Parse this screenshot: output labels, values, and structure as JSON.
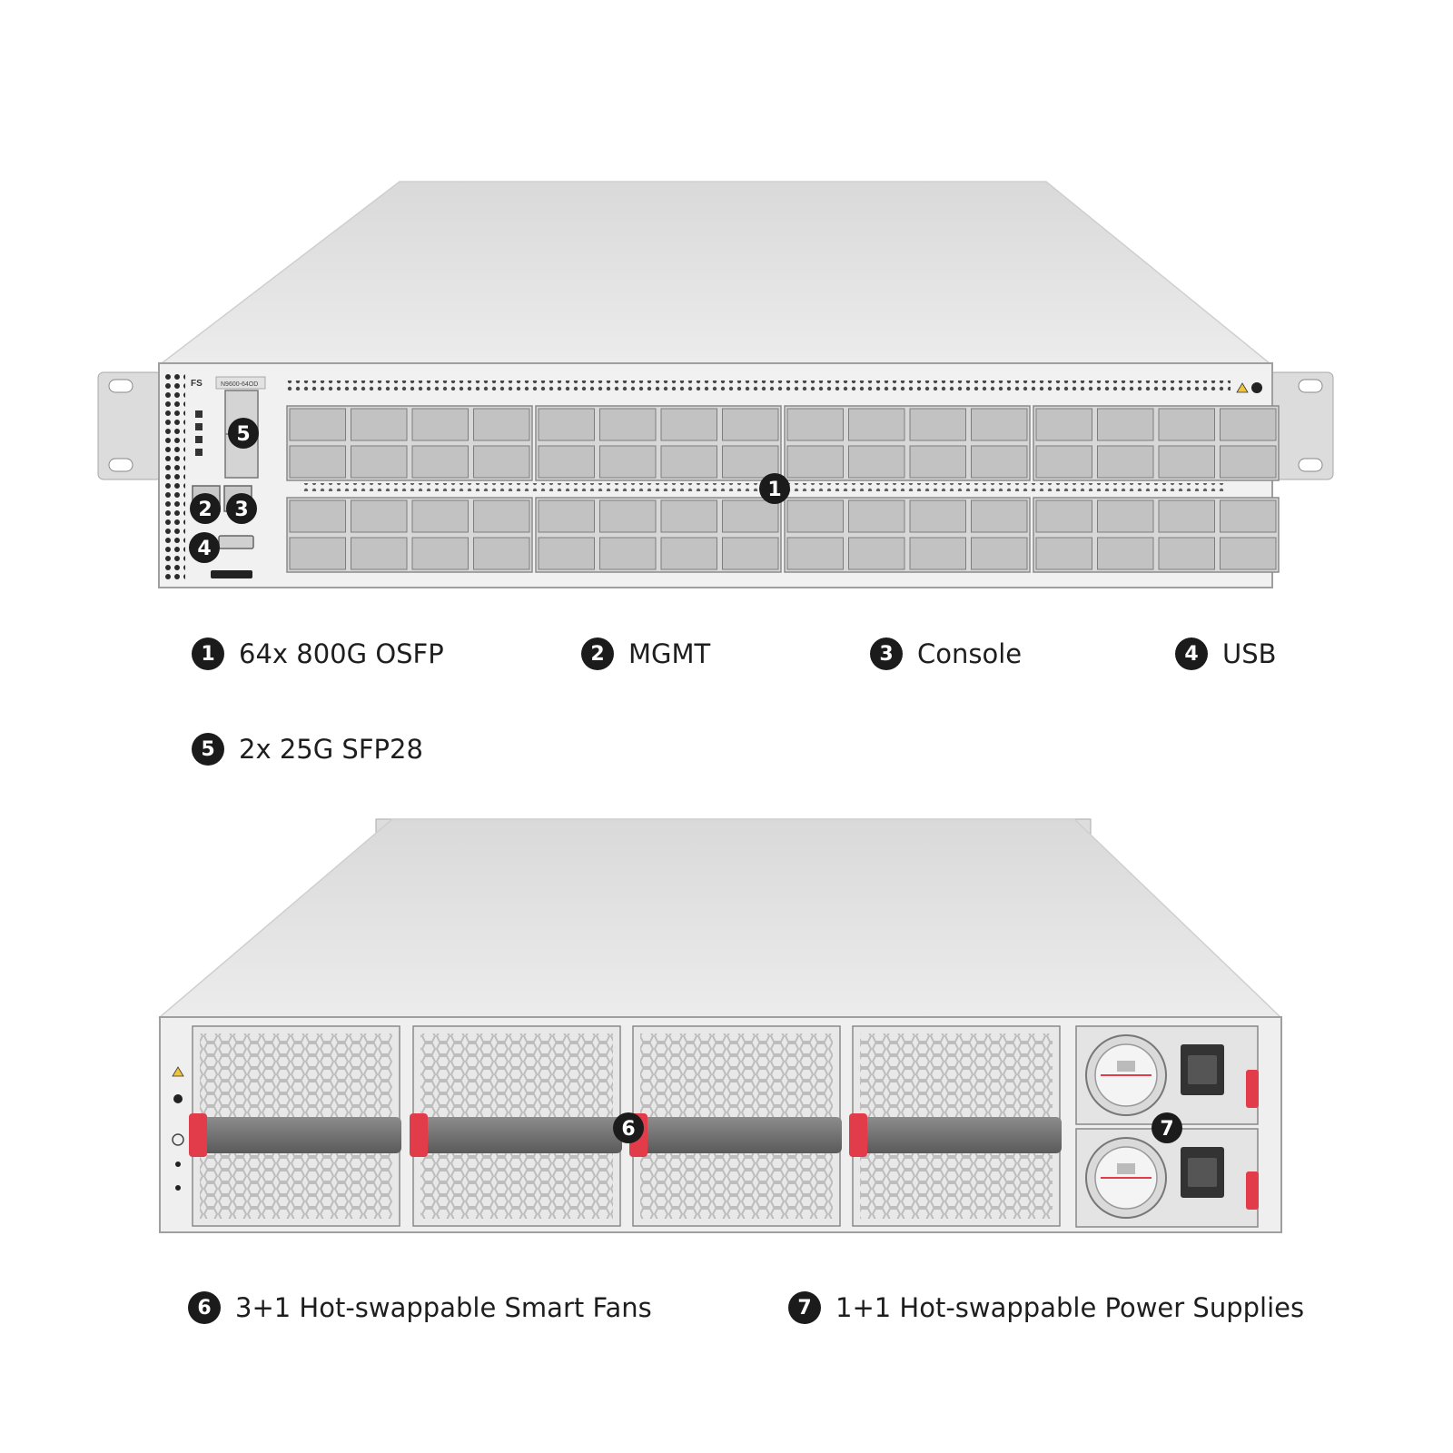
{
  "front_panel": {
    "brand": "FS",
    "model": "N9600-64OD",
    "callouts": [
      "1",
      "2",
      "3",
      "4",
      "5"
    ]
  },
  "rear_panel": {
    "callouts": [
      "6",
      "7"
    ]
  },
  "legend": [
    {
      "num": "1",
      "text": "64x 800G OSFP"
    },
    {
      "num": "2",
      "text": "MGMT"
    },
    {
      "num": "3",
      "text": "Console"
    },
    {
      "num": "4",
      "text": "USB"
    },
    {
      "num": "5",
      "text": "2x 25G SFP28"
    },
    {
      "num": "6",
      "text": "3+1 Hot-swappable Smart Fans"
    },
    {
      "num": "7",
      "text": "1+1 Hot-swappable Power Supplies"
    }
  ],
  "colors": {
    "chassis": "#e6e6e6",
    "chassis_edge": "#b5b5b5",
    "handle_red": "#e23b4a",
    "badge": "#1b1b1b"
  }
}
